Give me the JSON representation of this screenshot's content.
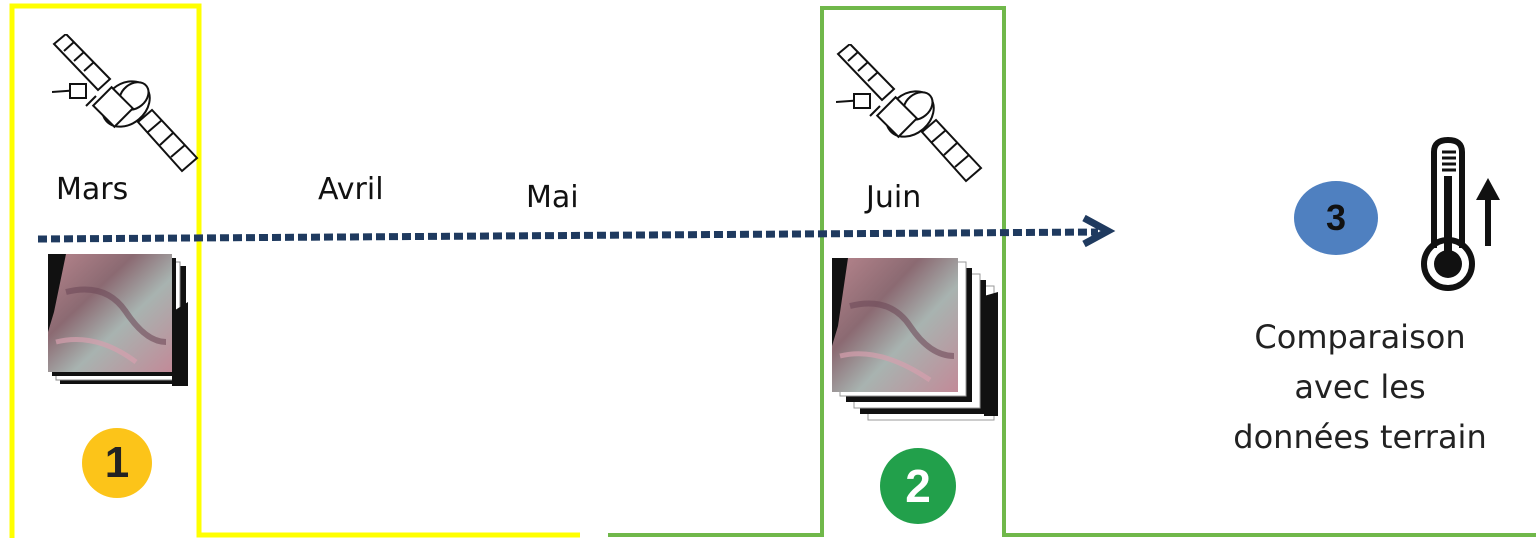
{
  "timeline": {
    "months": {
      "mars": "Mars",
      "avril": "Avril",
      "mai": "Mai",
      "juin": "Juin"
    }
  },
  "steps": {
    "step1": {
      "number": "1",
      "color": "#fcc419"
    },
    "step2": {
      "number": "2",
      "color": "#22a04b"
    },
    "step3": {
      "number": "3",
      "color": "#4f80c0",
      "caption_line1": "Comparaison",
      "caption_line2": "avec les",
      "caption_line3": "données terrain"
    }
  },
  "colors": {
    "frame1": "#ffff00",
    "frame2": "#70b84a",
    "arrow": "#1f3a5f"
  },
  "icons": [
    "satellite-icon",
    "thermometer-icon",
    "arrow-up-icon"
  ]
}
